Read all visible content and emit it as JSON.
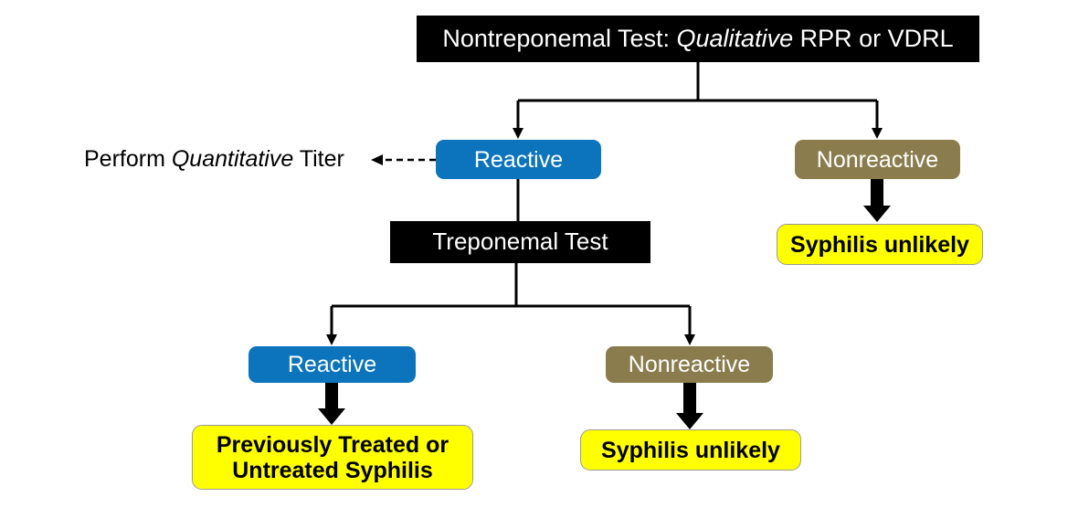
{
  "diagram": {
    "title_node": {
      "label_prefix": "Nontreponemal Test: ",
      "label_italic": "Qualitative",
      "label_suffix": " RPR or VDRL",
      "full_label": "Nontreponemal Test: Qualitative RPR or VDRL",
      "style": "black"
    },
    "side_note": {
      "prefix": "Perform ",
      "italic": "Quantitative",
      "suffix": " Titer",
      "full_label": "Perform Quantitative Titer"
    },
    "level1": [
      {
        "label": "Reactive",
        "style": "blue"
      },
      {
        "label": "Nonreactive",
        "style": "brown"
      }
    ],
    "mid_node": {
      "label": "Treponemal Test",
      "style": "black"
    },
    "outcome_top_right": {
      "label": "Syphilis unlikely",
      "style": "yellow"
    },
    "level2": [
      {
        "label": "Reactive",
        "style": "blue"
      },
      {
        "label": "Nonreactive",
        "style": "brown"
      }
    ],
    "outcomes": [
      {
        "label": "Previously Treated or\nUntreated Syphilis",
        "style": "yellow"
      },
      {
        "label": "Syphilis unlikely",
        "style": "yellow"
      }
    ],
    "colors": {
      "black_box": "#000000",
      "blue_box": "#0b74bd",
      "brown_box": "#8b7c4e",
      "yellow_box": "#ffff00",
      "yellow_border": "#9a9a9a",
      "connector": "#000000",
      "background": "#ffffff"
    }
  }
}
